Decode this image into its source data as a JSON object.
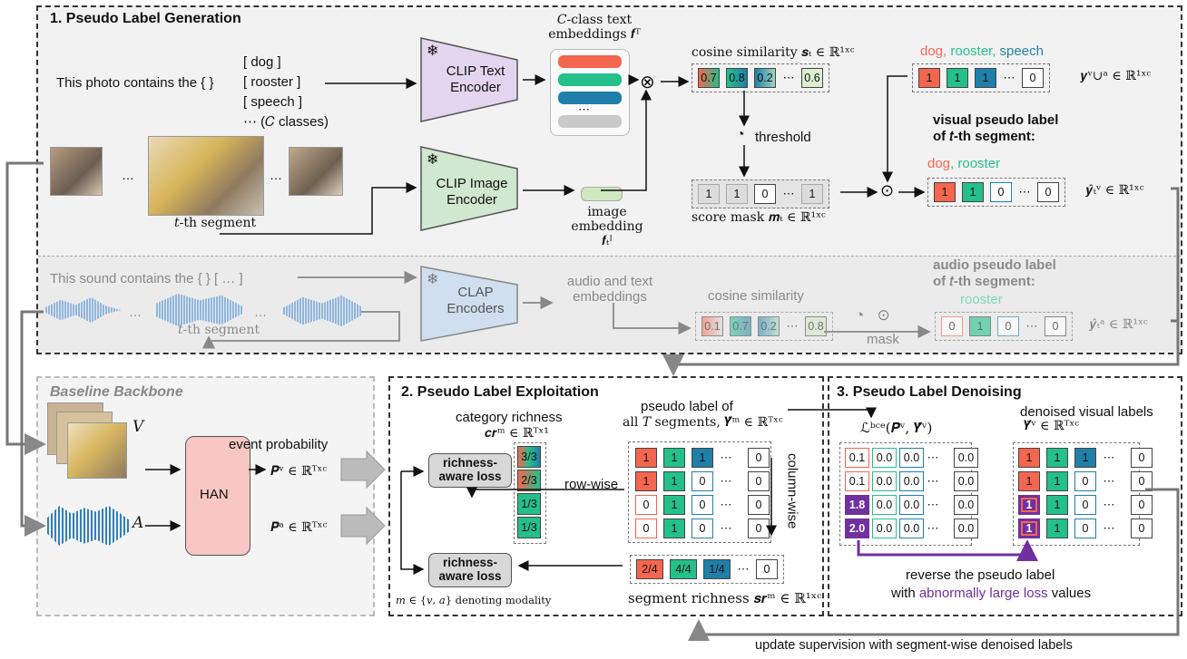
{
  "colors": {
    "red": "#f4664f",
    "green": "#23c08a",
    "blue": "#1f7fa8",
    "purple": "#7030a0",
    "clip_text": "#e3d5f0",
    "clip_image": "#cfe8cf",
    "clap": "#cfdfef",
    "han": "#f8c7c3"
  },
  "s1": {
    "title": "1. Pseudo Label Generation",
    "prompt": "This photo contains the { }",
    "classes": [
      "[ dog ]",
      "[ rooster ]",
      "[ speech ]",
      "⋯ (𝐶 classes)"
    ],
    "text_encoder": "CLIP Text Encoder",
    "image_encoder": "CLIP Image Encoder",
    "text_emb_label": "𝐶-class text embeddings 𝒇ᵀ",
    "segment_label": "𝑡-th segment",
    "image_emb_label": "image embedding 𝒇ₜᴵ",
    "cos_label": "cosine similarity 𝒔ₜ ∈ ℝ¹ˣᶜ",
    "cos_values": [
      "0.7",
      "0.8",
      "0.2",
      "⋯",
      "0.6"
    ],
    "threshold": "threshold",
    "mask_values": [
      "1",
      "1",
      "0",
      "⋯",
      "1"
    ],
    "mask_label": "score mask 𝒎ₜ ∈ ℝ¹ˣᶜ",
    "top_classes": "dog, rooster, speech",
    "top_values": [
      "1",
      "1",
      "1",
      "⋯",
      "0"
    ],
    "top_label": "𝒚ᵛ∪ᵃ ∈ ℝ¹ˣᶜ",
    "vis_title1": "visual pseudo label",
    "vis_title2": "of 𝑡-th segment:",
    "vis_classes": "dog, rooster",
    "vis_values": [
      "1",
      "1",
      "0",
      "⋯",
      "0"
    ],
    "vis_label": "𝒚̂ₜᵛ ∈ ℝ¹ˣᶜ",
    "audio_prompt": "This sound contains the { } [ … ]",
    "clap": "CLAP Encoders",
    "audio_seg": "𝑡-th segment",
    "audio_emb": "audio and text embeddings",
    "audio_cos": "cosine similarity",
    "audio_cos_values": [
      "0.1",
      "0.7",
      "0.2",
      "⋯",
      "0.8"
    ],
    "mask_word": "mask",
    "aud_title1": "audio pseudo label",
    "aud_title2": "of 𝑡-th segment:",
    "aud_classes": "rooster",
    "aud_values": [
      "0",
      "1",
      "0",
      "⋯",
      "0"
    ],
    "aud_label": "𝒚̂ₜᵃ ∈ ℝ¹ˣᶜ"
  },
  "bb": {
    "title": "Baseline Backbone",
    "v": "V",
    "a": "A",
    "han": "HAN",
    "event_prob": "event probability",
    "pv": "𝑷ᵛ ∈ ℝᵀˣᶜ",
    "pa": "𝑷ᵃ ∈ ℝᵀˣᶜ"
  },
  "s2": {
    "title": "2. Pseudo Label Exploitation",
    "cat_rich1": "category richness",
    "cat_rich2": "𝒄𝒓ᵐ ∈ ℝᵀˣ¹",
    "cat_values": [
      "3/3",
      "2/3",
      "1/3",
      "1/3"
    ],
    "loss": "richness-aware loss",
    "row_wise": "row-wise",
    "column_wise": "column-wise",
    "pl1": "pseudo label of",
    "pl2": "all 𝑇 segments, 𝒀̂ᵐ ∈ ℝᵀˣᶜ",
    "matrix": [
      [
        "1",
        "1",
        "1",
        "⋯",
        "0"
      ],
      [
        "1",
        "1",
        "0",
        "⋯",
        "0"
      ],
      [
        "0",
        "1",
        "0",
        "⋯",
        "0"
      ],
      [
        "0",
        "1",
        "0",
        "⋯",
        "0"
      ]
    ],
    "seg_values": [
      "2/4",
      "4/4",
      "1/4",
      "⋯",
      "0"
    ],
    "seg_rich": "segment richness  𝒔𝒓ᵐ ∈ ℝ¹ˣᶜ",
    "modality": "𝑚 ∈ {𝑣, 𝑎} denoting modality"
  },
  "s3": {
    "title": "3. Pseudo Label Denoising",
    "bce": "ℒᵇᶜᵉ(𝑷ᵛ, 𝒀̂ᵛ)",
    "den1": "denoised visual labels",
    "den2": "𝒀̃ᵛ ∈ ℝᵀˣᶜ",
    "loss_matrix": [
      [
        "0.1",
        "0.0",
        "0.0",
        "⋯",
        "0.0"
      ],
      [
        "0.1",
        "0.0",
        "0.0",
        "⋯",
        "0.0"
      ],
      [
        "1.8",
        "0.0",
        "0.0",
        "⋯",
        "0.0"
      ],
      [
        "2.0",
        "0.0",
        "0.0",
        "⋯",
        "0.0"
      ]
    ],
    "den_matrix": [
      [
        "1",
        "1",
        "1",
        "⋯",
        "0"
      ],
      [
        "1",
        "1",
        "0",
        "⋯",
        "0"
      ],
      [
        "1",
        "1",
        "0",
        "⋯",
        "0"
      ],
      [
        "1",
        "1",
        "0",
        "⋯",
        "0"
      ]
    ],
    "reverse1": "reverse the pseudo label",
    "reverse2a": "with ",
    "reverse2b": "abnormally large loss",
    "reverse2c": " values"
  },
  "footer": "update supervision with segment-wise denoised labels"
}
